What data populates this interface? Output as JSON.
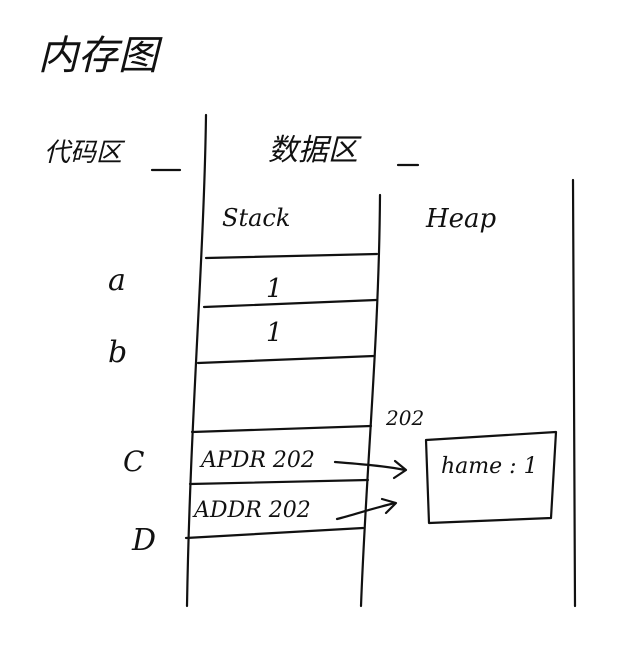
{
  "title": "内存图",
  "code_area_label": "代码区",
  "data_area_label": "数据区",
  "stack_label": "Stack",
  "heap_label": "Heap",
  "variables": [
    {
      "name": "a",
      "value": "1"
    },
    {
      "name": "b",
      "value": "1"
    },
    {
      "name": "C",
      "value": "APDR 202"
    },
    {
      "name": "D",
      "value": "ADDR 202"
    }
  ],
  "heap_address": "202",
  "heap_object": "hame : 1",
  "ink_color": "#111111"
}
